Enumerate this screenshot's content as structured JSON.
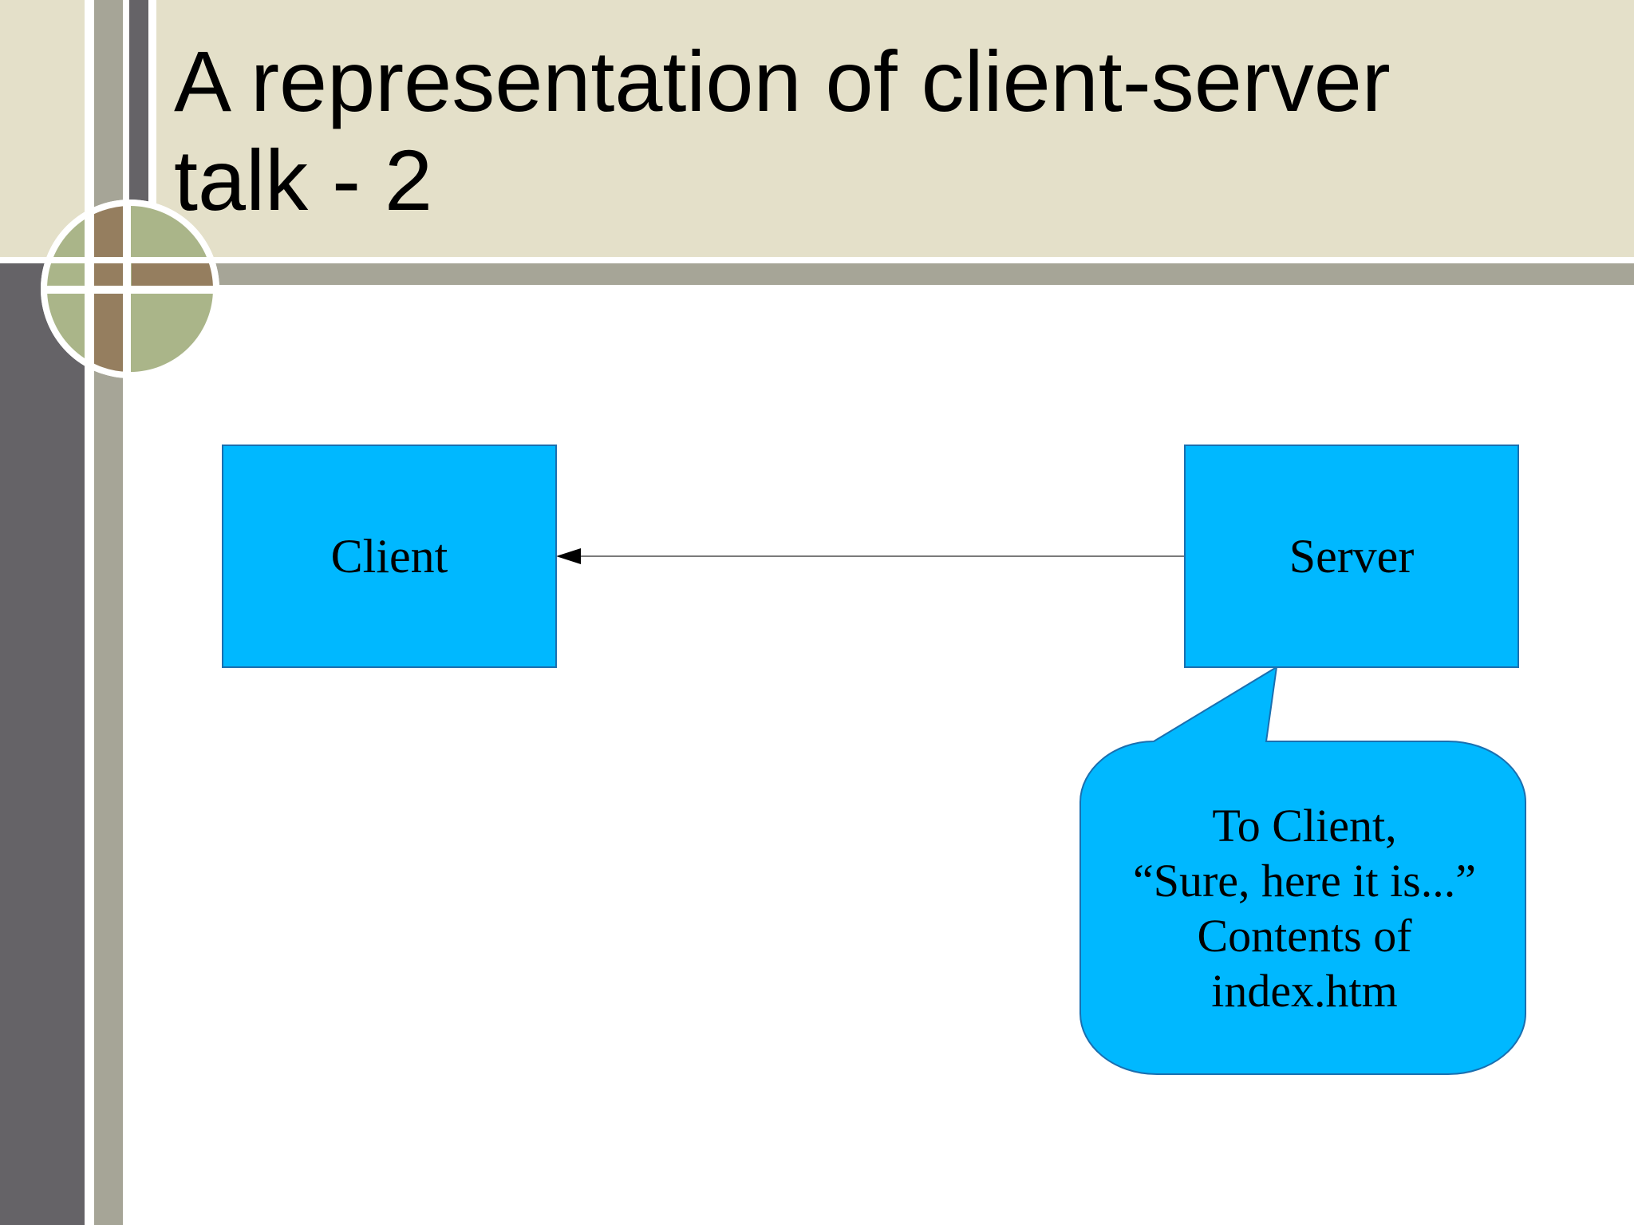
{
  "slide": {
    "title": "A representation of client-server\ntalk - 2"
  },
  "diagram": {
    "client_label": "Client",
    "server_label": "Server",
    "callout_lines": [
      "To Client,",
      "“Sure, here it is...”",
      "Contents of",
      "index.htm"
    ],
    "arrow_direction": "server-to-client"
  },
  "colors": {
    "title_band": "#e4e0c9",
    "box_fill": "#00b8ff",
    "box_border": "#1a6fb0",
    "dark_bar": "#656367",
    "gray_stripe": "#a6a597",
    "olive": "#aab589",
    "brown": "#957e5f"
  }
}
